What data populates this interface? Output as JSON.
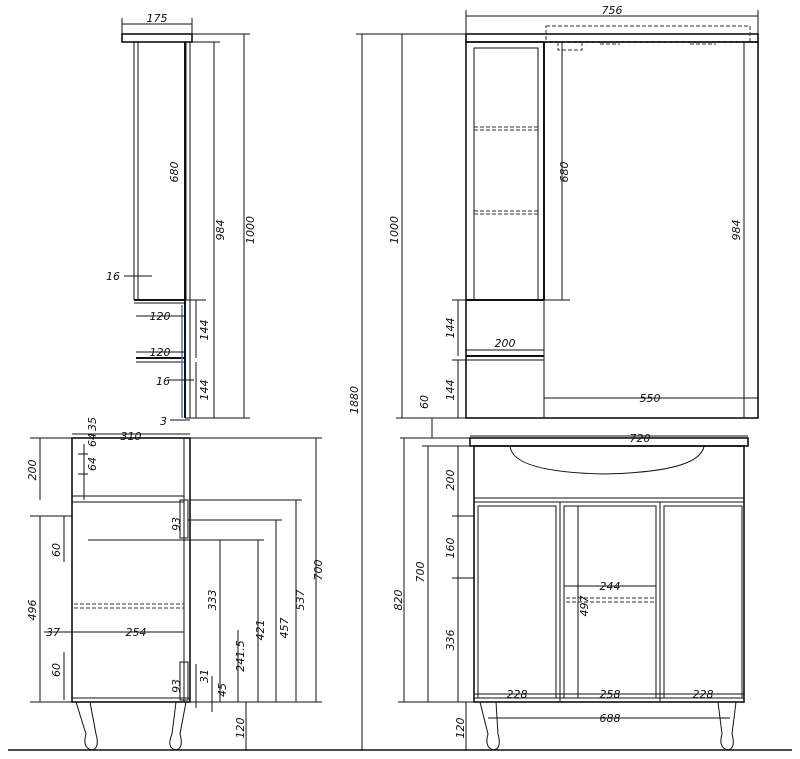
{
  "colors": {
    "line": "#111111",
    "accent": "#3a7bd5",
    "background": "#ffffff"
  },
  "mirror_side": {
    "width": "175",
    "inner_height": "680",
    "body_height": "984",
    "total_height": "1000",
    "panel": "16",
    "shelf_depth": "120",
    "shelf_depth_2": "120",
    "section_height": "144",
    "section_height_2": "144",
    "shelf_thickness": "16",
    "gap": "3"
  },
  "mirror_front": {
    "width": "756",
    "inner_height": "680",
    "body_height": "984",
    "total_height": "1000",
    "section_height": "144",
    "section_height_2": "144",
    "shelf_width": "200",
    "mirror_width": "550"
  },
  "overall": {
    "total_height": "1880",
    "gap": "60"
  },
  "cabinet_side": {
    "dim_35": "35",
    "dim_64a": "64",
    "dim_64b": "64",
    "depth": "310",
    "drawer_height": "200",
    "dim_93a": "93",
    "dim_60a": "60",
    "height_496": "496",
    "dim_37": "37",
    "shelf_depth": "254",
    "dim_333": "333",
    "dim_421": "421",
    "dim_457": "457",
    "dim_537": "537",
    "height_700": "700",
    "dim_241_5": "241.5",
    "dim_60b": "60",
    "dim_93b": "93",
    "dim_31": "31",
    "dim_45": "45",
    "leg_height": "120"
  },
  "cabinet_front": {
    "width": "720",
    "drawer_height": "200",
    "dim_160": "160",
    "height_700": "700",
    "height_820": "820",
    "shelf_width": "244",
    "dim_497": "497",
    "dim_336": "336",
    "door_left": "228",
    "door_center": "258",
    "door_right": "228",
    "leg_span": "688",
    "leg_height": "120"
  }
}
